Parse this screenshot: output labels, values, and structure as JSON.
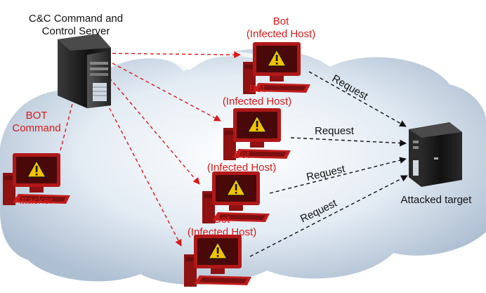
{
  "server": {
    "title_line1": "C&C Command and",
    "title_line2": "Control Server"
  },
  "attacker": {
    "command_line1": "BOT",
    "command_line2": "Command",
    "label": "Attacker"
  },
  "bots": [
    {
      "line1": "Bot",
      "line2": "(Infected Host)"
    },
    {
      "line1": "Bot",
      "line2": "(Infected Host)"
    },
    {
      "line1": "Bot",
      "line2": "(Infected Host)"
    },
    {
      "line1": "Bot",
      "line2": "(Infected Host)"
    }
  ],
  "requests": [
    "Request",
    "Request",
    "Request",
    "Request"
  ],
  "target": {
    "label": "Attacked target"
  },
  "colors": {
    "red": "#d61a1a",
    "bot_body": "#b01818",
    "screen": "#5a0c0c",
    "warning": "#f2c200",
    "server": "#1a1a1a",
    "cloud": "#c9d7e6"
  }
}
